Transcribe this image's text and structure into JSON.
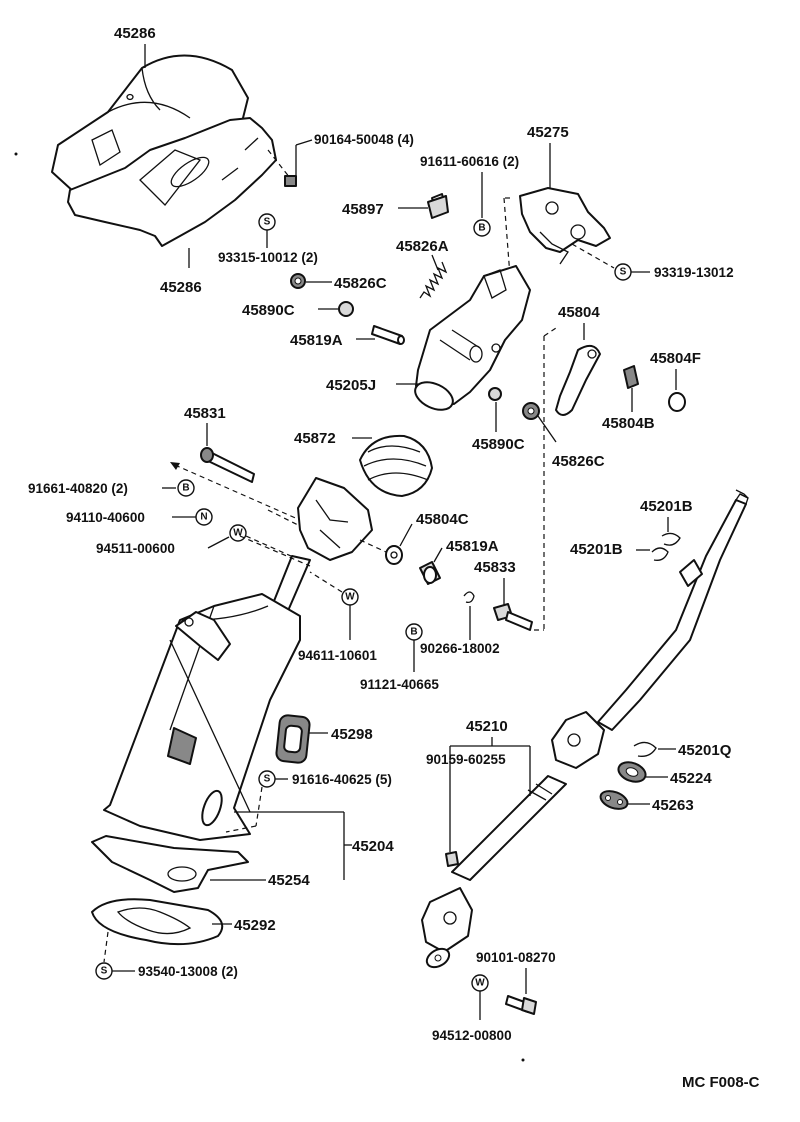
{
  "catalog_code": "MC F008-C",
  "symbols": {
    "S": "S",
    "B": "B",
    "N": "N",
    "W": "W"
  },
  "labels": {
    "p45286_top": "45286",
    "p45286_bot": "45286",
    "p90164": "90164-50048 (4)",
    "p93315": "93315-10012 (2)",
    "p45826C_a": "45826C",
    "p45890C_a": "45890C",
    "p45819A_a": "45819A",
    "p45826A": "45826A",
    "p45897": "45897",
    "p91611": "91611-60616 (2)",
    "p45275": "45275",
    "p93319": "93319-13012",
    "p45205J": "45205J",
    "p45804": "45804",
    "p45804F": "45804F",
    "p45804B": "45804B",
    "p45890C_b": "45890C",
    "p45826C_b": "45826C",
    "p45831": "45831",
    "p45872": "45872",
    "p91661": "91661-40820 (2)",
    "p94110": "94110-40600",
    "p94511": "94511-00600",
    "p45804C": "45804C",
    "p45819A_b": "45819A",
    "p45833": "45833",
    "p94611": "94611-10601",
    "p90266": "90266-18002",
    "p91121": "91121-40665",
    "p45201B_a": "45201B",
    "p45201B_b": "45201B",
    "p45298": "45298",
    "p91616": "91616-40625 (5)",
    "p45204": "45204",
    "p45254": "45254",
    "p45292": "45292",
    "p93540": "93540-13008 (2)",
    "p45210": "45210",
    "p90159": "90159-60255",
    "p45201Q": "45201Q",
    "p45224": "45224",
    "p45263": "45263",
    "p90101": "90101-08270",
    "p94512": "94512-00800"
  }
}
